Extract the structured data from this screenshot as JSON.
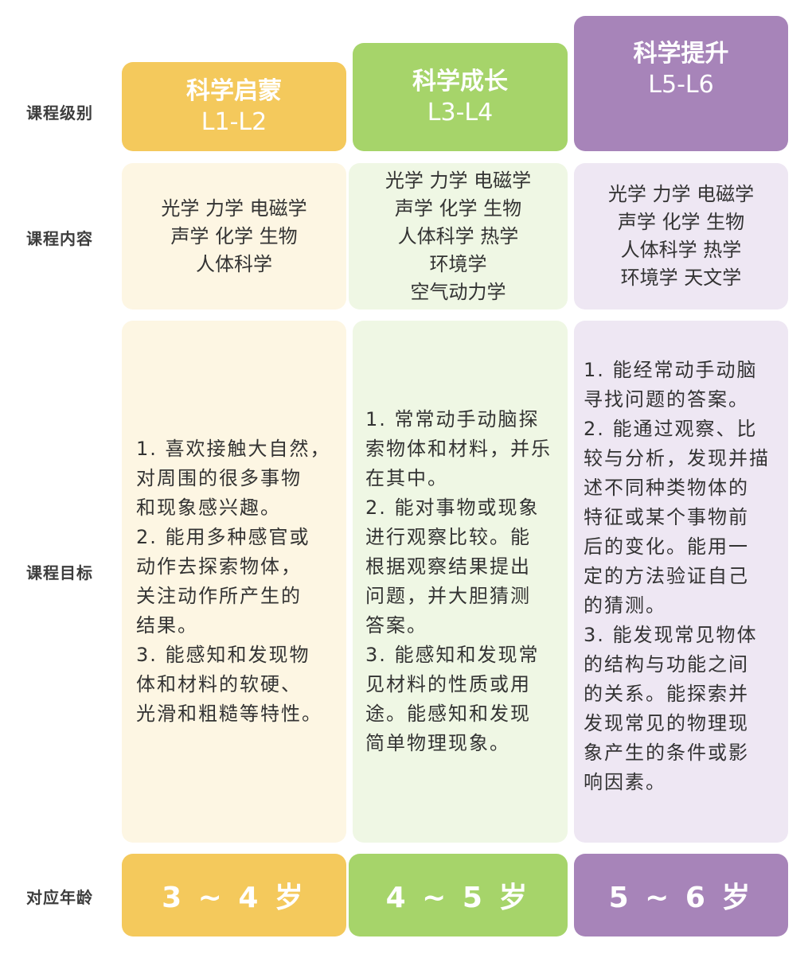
{
  "row_labels": {
    "level": "课程级别",
    "content": "课程内容",
    "goals": "课程目标",
    "age": "对应年龄"
  },
  "colors": {
    "yellow": "#f4c95c",
    "yellow_light": "#fdf6e3",
    "green": "#a6d46a",
    "green_light": "#eff7e4",
    "purple": "#a784b9",
    "purple_light": "#eee7f3"
  },
  "columns": [
    {
      "title": "科学启蒙",
      "level": "L1-L2",
      "content": [
        "光学 力学 电磁学",
        "声学 化学 生物",
        "人体科学"
      ],
      "goals": [
        "1. 喜欢接触大自然，",
        "对周围的很多事物",
        "和现象感兴趣。",
        "2. 能用多种感官或",
        "动作去探索物体，",
        "关注动作所产生的",
        "结果。",
        "3. 能感知和发现物",
        "体和材料的软硬、",
        "光滑和粗糙等特性。"
      ],
      "age": "3 ~ 4 岁"
    },
    {
      "title": "科学成长",
      "level": "L3-L4",
      "content": [
        "光学 力学 电磁学",
        "声学 化学 生物",
        "人体科学 热学",
        "环境学",
        "空气动力学"
      ],
      "goals": [
        "1. 常常动手动脑探",
        "索物体和材料，并乐",
        "在其中。",
        "2. 能对事物或现象",
        "进行观察比较。能",
        "根据观察结果提出",
        "问题，并大胆猜测",
        "答案。",
        "3. 能感知和发现常",
        "见材料的性质或用",
        "途。能感知和发现",
        "简单物理现象。"
      ],
      "age": "4 ~ 5 岁"
    },
    {
      "title": "科学提升",
      "level": "L5-L6",
      "content": [
        "光学 力学 电磁学",
        "声学 化学 生物",
        "人体科学 热学",
        "环境学 天文学"
      ],
      "goals": [
        "1. 能经常动手动脑",
        "寻找问题的答案。",
        "2. 能通过观察、比",
        "较与分析，发现并描",
        "述不同种类物体的",
        "特征或某个事物前",
        "后的变化。能用一",
        "定的方法验证自己",
        "的猜测。",
        "3. 能发现常见物体",
        "的结构与功能之间",
        "的关系。能探索并",
        "发现常见的物理现",
        "象产生的条件或影",
        "响因素。"
      ],
      "age": "5 ~ 6 岁"
    }
  ]
}
